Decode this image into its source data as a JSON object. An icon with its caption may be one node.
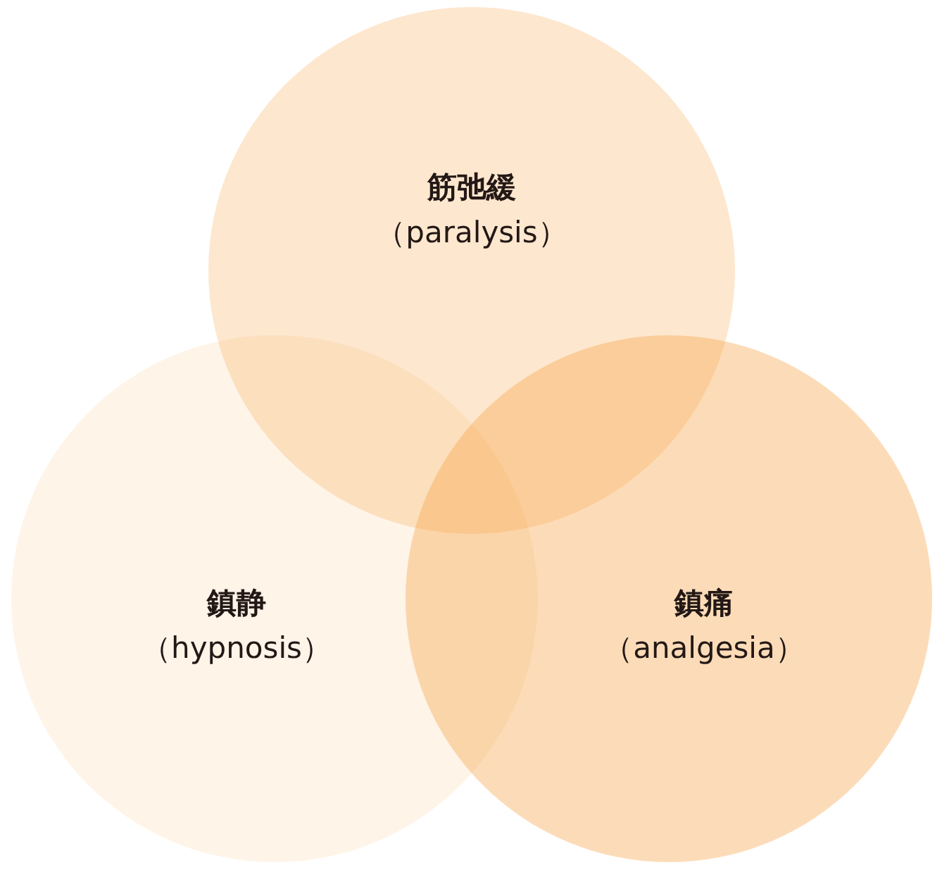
{
  "diagram": {
    "nodes": [
      {
        "text": [
          "筋弛緩",
          "（paralysis）"
        ]
      },
      {
        "text": [
          "鎮静",
          "（hypnosis）"
        ]
      },
      {
        "text": [
          "鎮痛",
          "（analgesia）"
        ]
      }
    ]
  }
}
